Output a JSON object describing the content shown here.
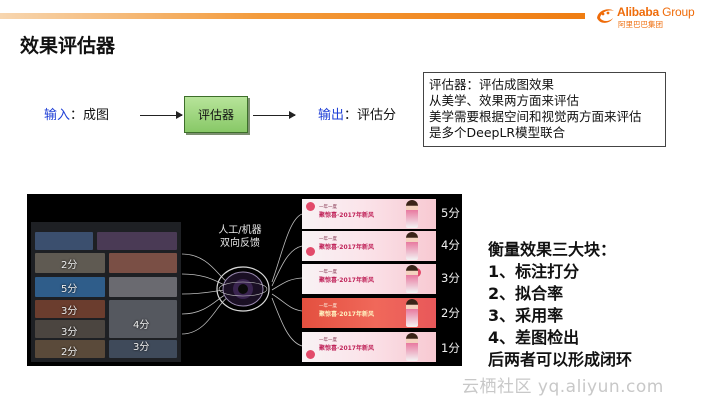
{
  "header": {
    "brand_name": "Alibaba",
    "brand_suffix": "Group",
    "brand_cn": "阿里巴巴集团",
    "accent_color": "#ef7d12"
  },
  "slide": {
    "title": "效果评估器"
  },
  "flow": {
    "input_keyword": "输入",
    "input_value": "：成图",
    "evaluator_label": "评估器",
    "output_keyword": "输出",
    "output_value": "：评估分"
  },
  "description": {
    "lines": [
      "评估器：评估成图效果",
      "从美学、效果两方面来评估",
      "美学需要根据空间和视觉两方面来评估",
      "是多个DeepLR模型联合"
    ]
  },
  "demo": {
    "left_scores": [
      "2分",
      "5分",
      "3分",
      "3分",
      "4分",
      "2分",
      "3分"
    ],
    "center_label": [
      "人工/机器",
      "双向反馈"
    ],
    "ads": [
      {
        "tagline": "一年一度",
        "title": "聚惊喜·2017年新风",
        "score": "5分",
        "style": "pink"
      },
      {
        "tagline": "一年一度",
        "title": "聚惊喜·2017年新风",
        "score": "4分",
        "style": "pink"
      },
      {
        "tagline": "一年一度",
        "title": "聚惊喜·2017年新风",
        "score": "3分",
        "style": "pink"
      },
      {
        "tagline": "一年一度",
        "title": "聚惊喜·2017年新风",
        "score": "2分",
        "style": "red"
      },
      {
        "tagline": "一年一度",
        "title": "聚惊喜·2017年新风",
        "score": "1分",
        "style": "pink"
      }
    ]
  },
  "summary": {
    "lines": [
      "衡量效果三大块：",
      "1、标注打分",
      "2、拟合率",
      "3、采用率",
      "4、差图检出",
      "后两者可以形成闭环"
    ]
  },
  "watermark": "云栖社区 yq.aliyun.com"
}
